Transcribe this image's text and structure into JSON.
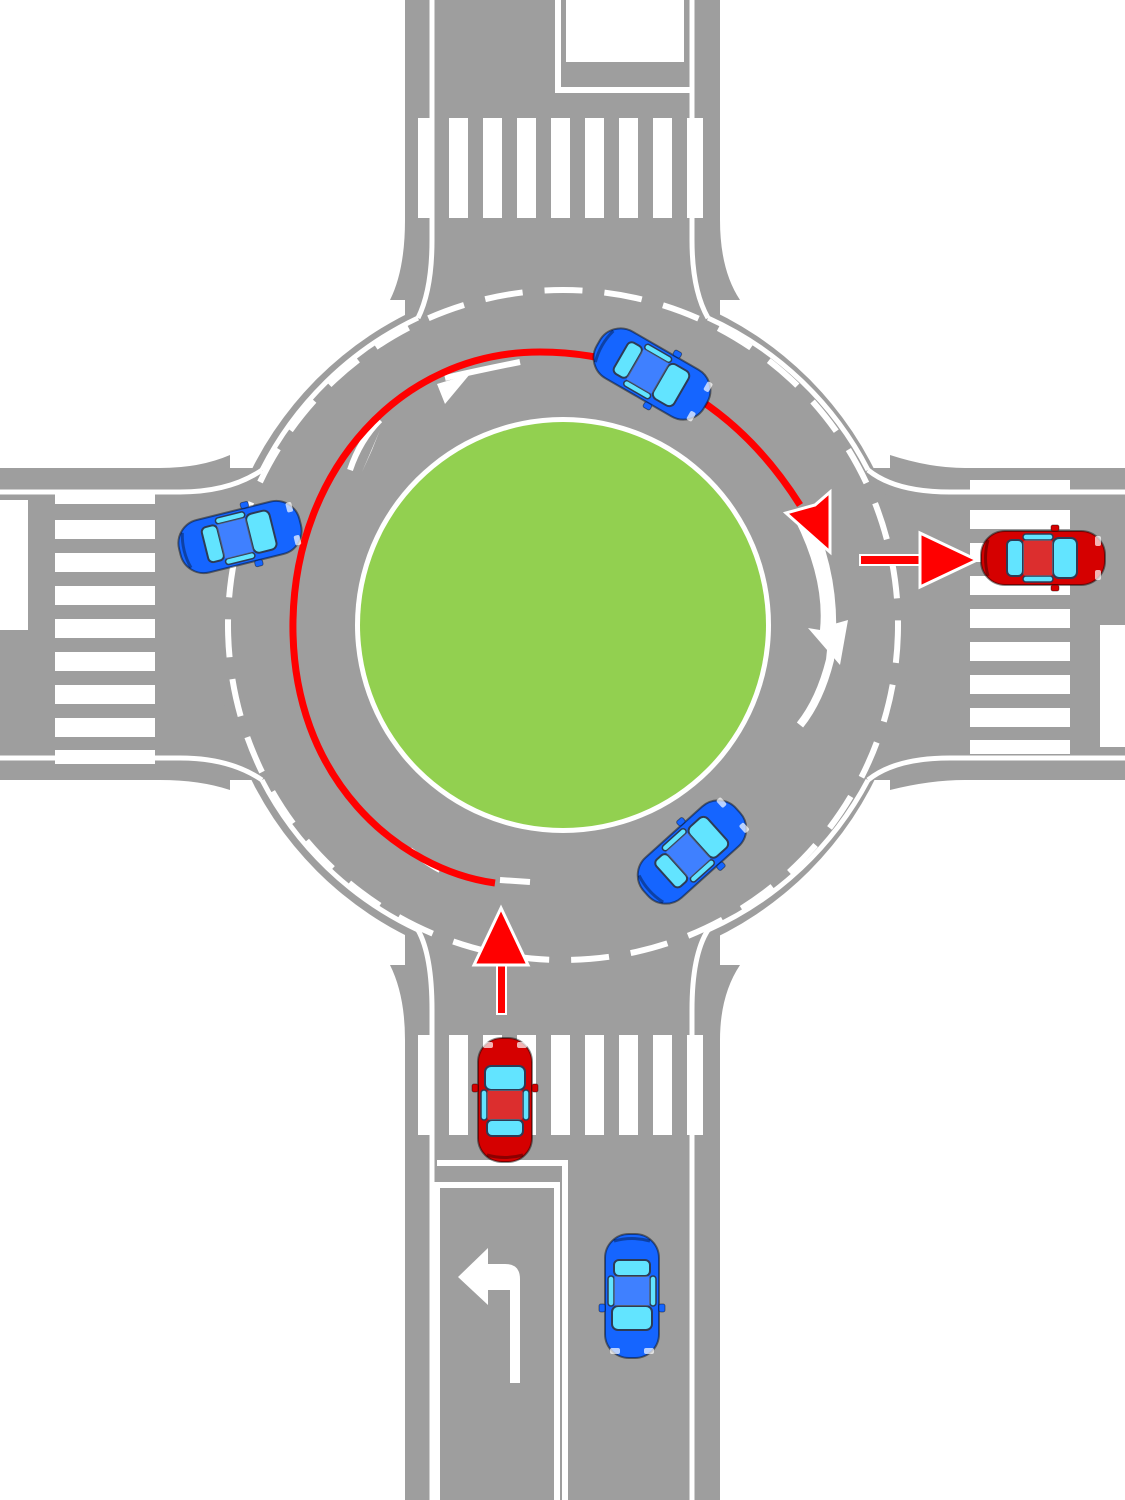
{
  "diagram": {
    "kind": "roundabout-traffic",
    "colors": {
      "background": "#ffffff",
      "road": "#9e9e9e",
      "marking": "#ffffff",
      "island": "#92d050",
      "route": "#ff0000",
      "subject_car": "#d50000",
      "other_car": "#1565ff",
      "glass": "#62e4ff"
    },
    "arms": [
      "north",
      "east",
      "south",
      "west"
    ],
    "subject_vehicle": {
      "color": "red",
      "entry_arm": "south",
      "exit_arm": "east",
      "rotation": "clockwise",
      "route_arrow": "red-arrow-icon"
    },
    "other_vehicles": [
      {
        "color": "blue",
        "location": "south-approach-right-lane"
      },
      {
        "color": "blue",
        "location": "circulating-south-east"
      },
      {
        "color": "blue",
        "location": "circulating-north-east"
      },
      {
        "color": "blue",
        "location": "west-entry"
      }
    ],
    "lane_arrows": [
      "left-turn-arrow-icon",
      "circulation-arrow-icon"
    ]
  }
}
